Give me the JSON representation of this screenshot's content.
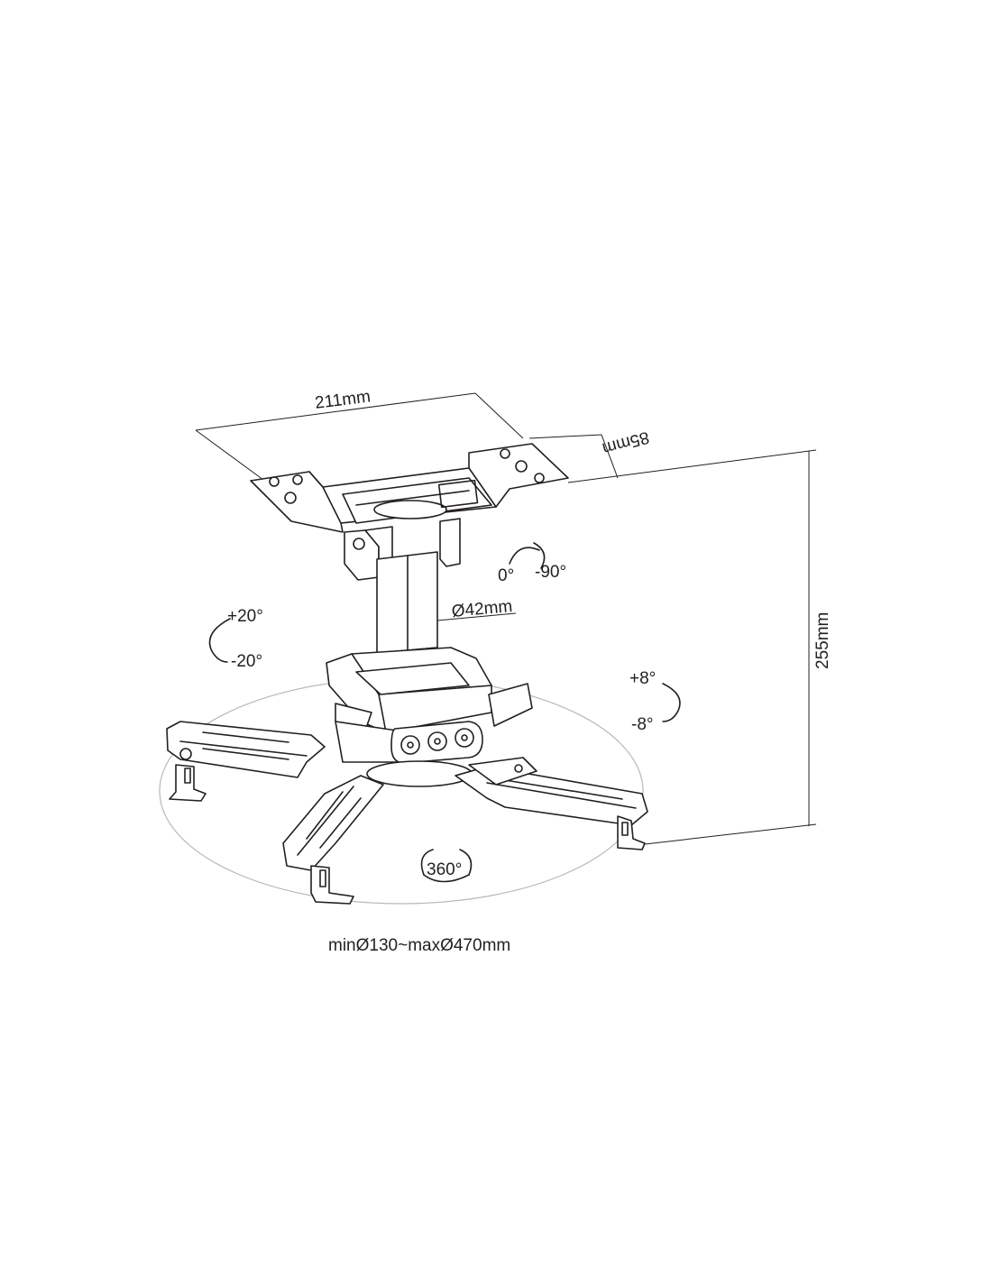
{
  "dimensions": {
    "width": "211mm",
    "depth": "85mm",
    "height": "255mm",
    "tube_diameter": "Ø42mm",
    "arm_range": "minØ130~maxØ470mm"
  },
  "rotations": {
    "swivel_start": "0°",
    "swivel_end": "-90°",
    "tilt_plus": "+20°",
    "tilt_minus": "-20°",
    "roll_plus": "+8°",
    "roll_minus": "-8°",
    "rotation_full": "360°"
  },
  "colors": {
    "line": "#231f20",
    "ellipse": "#b8b8b8",
    "background": "#ffffff"
  }
}
